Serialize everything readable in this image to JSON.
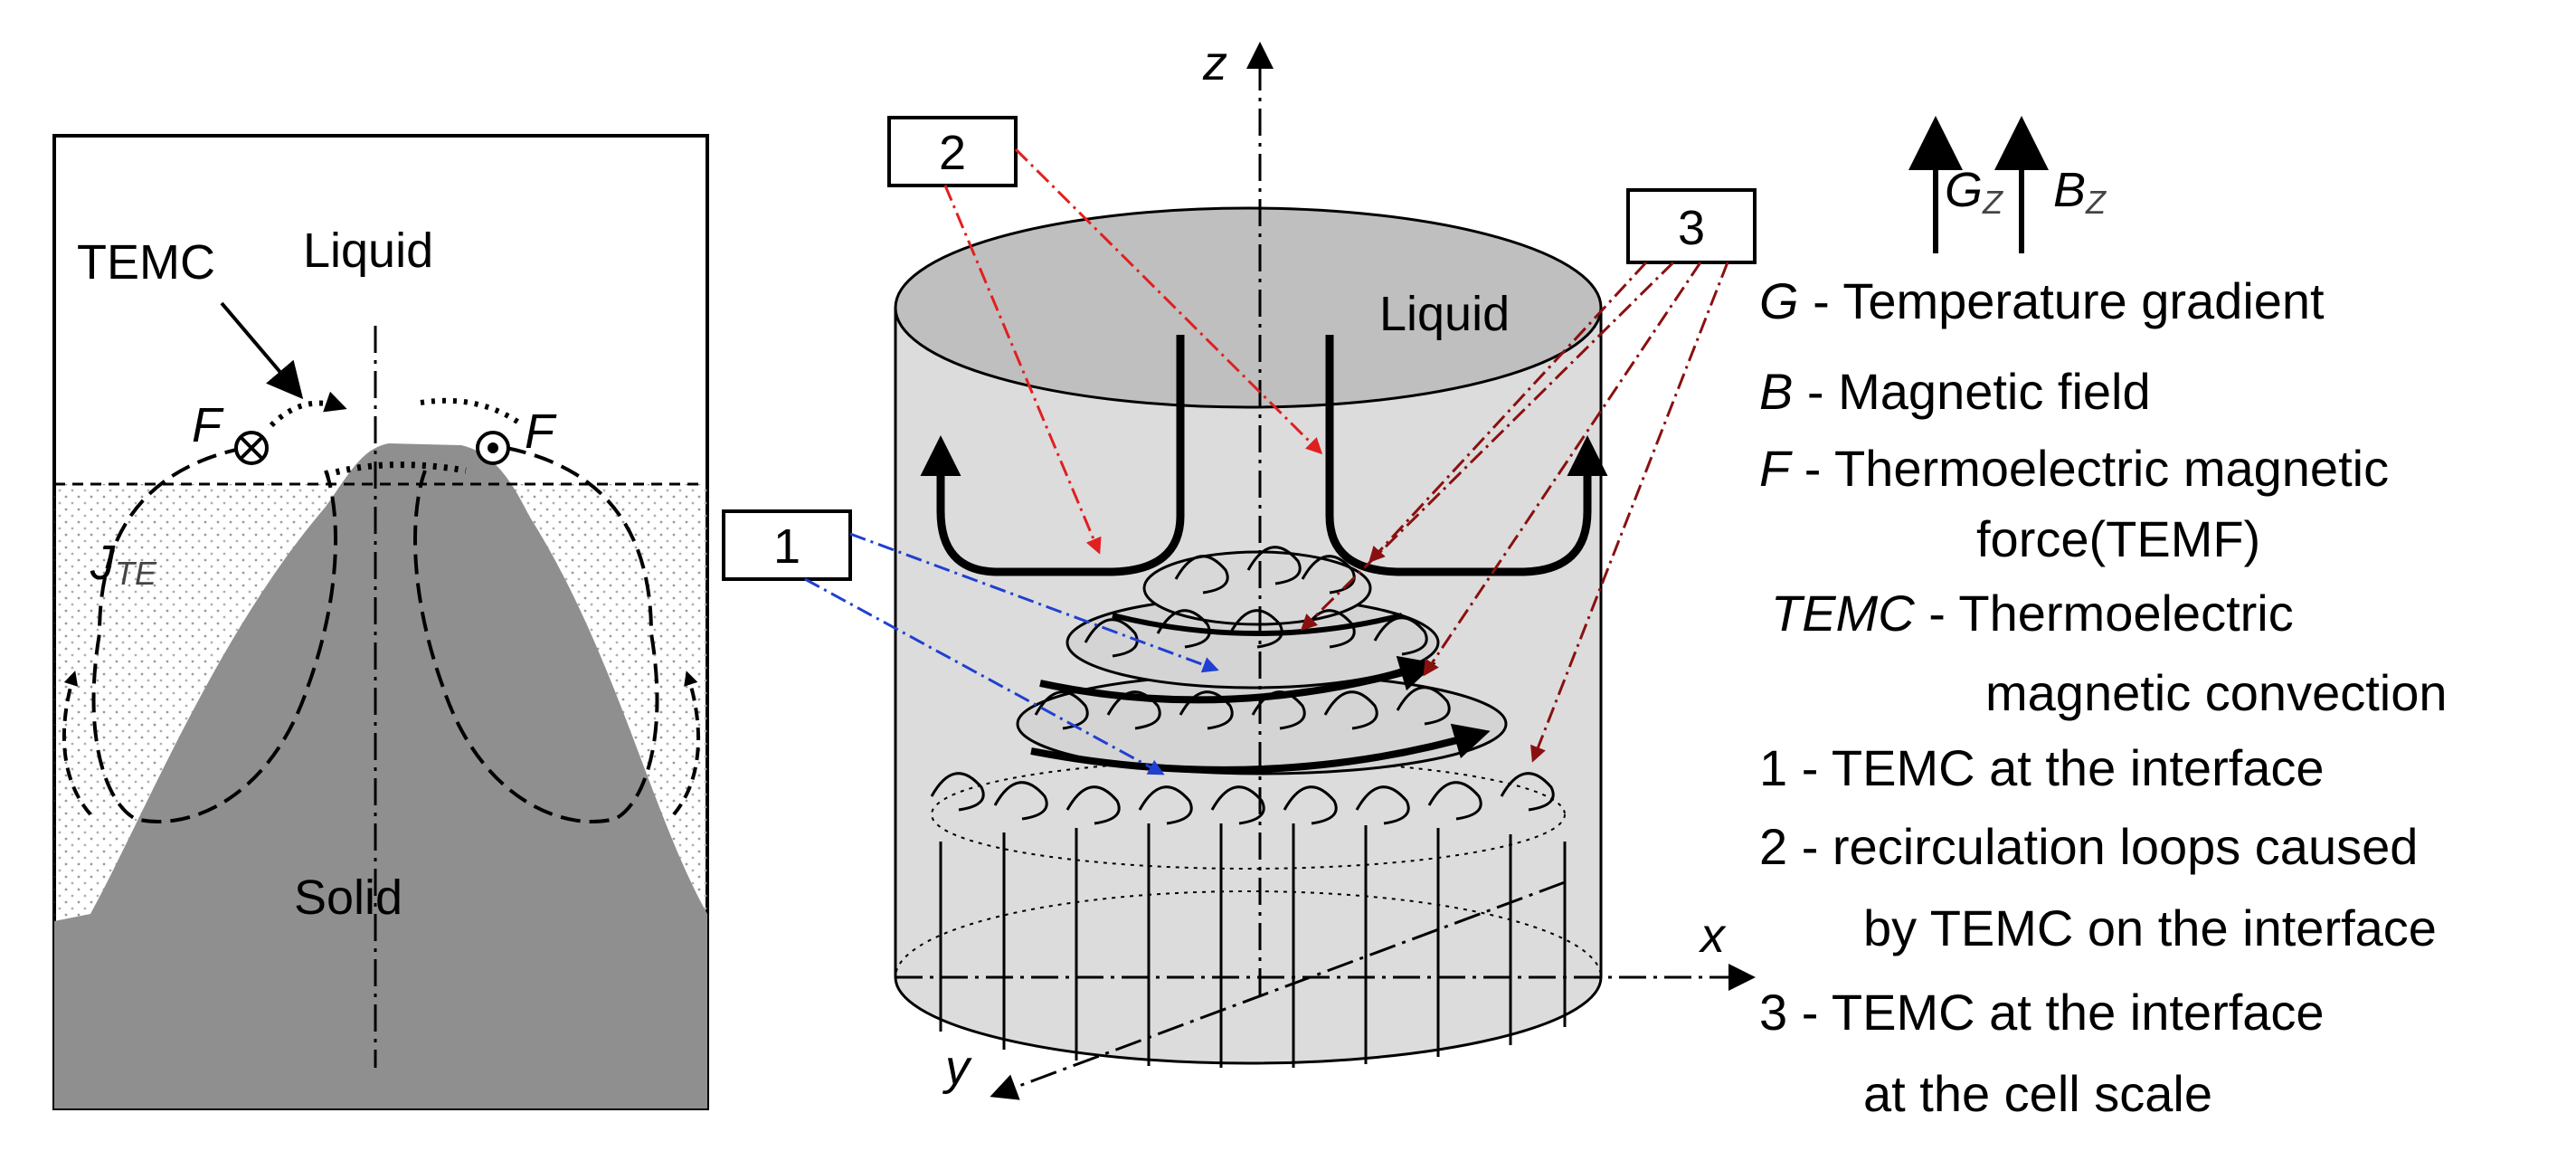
{
  "left_panel": {
    "liquid": "Liquid",
    "solid": "Solid",
    "temc": "TEMC",
    "f_left": "F",
    "f_right": "F",
    "j_main": "J",
    "j_sub": "TE"
  },
  "right_panel": {
    "axis_z": "z",
    "axis_x": "x",
    "axis_y": "y",
    "liquid": "Liquid",
    "box1": "1",
    "box2": "2",
    "box3": "3"
  },
  "field_arrows": {
    "g_main": "G",
    "g_sub": "Z",
    "b_main": "B",
    "b_sub": "Z"
  },
  "legend": [
    {
      "sym": "G",
      "text": " - Temperature gradient"
    },
    {
      "sym": "B",
      "text": " - Magnetic field"
    },
    {
      "sym": "F",
      "text": " - Thermoelectric magnetic"
    },
    {
      "sym": "",
      "text": "force(TEMF)"
    },
    {
      "sym": "TEMC",
      "text": " - Thermoelectric"
    },
    {
      "sym": "",
      "text": "magnetic convection"
    },
    {
      "sym": "",
      "text": "1 - TEMC at the interface"
    },
    {
      "sym": "",
      "text": "2 - recirculation loops caused"
    },
    {
      "sym": "",
      "text": "by TEMC on the interface"
    },
    {
      "sym": "",
      "text": "3 - TEMC at the interface"
    },
    {
      "sym": "",
      "text": "at the cell scale"
    }
  ],
  "colors": {
    "solid": "#8f8f8f",
    "cylinder": "#dcdcdc",
    "top": "#bfbfbf",
    "arrow_red": "#e02020",
    "arrow_blue": "#2040d0",
    "arrow_darkred": "#8a1010"
  }
}
